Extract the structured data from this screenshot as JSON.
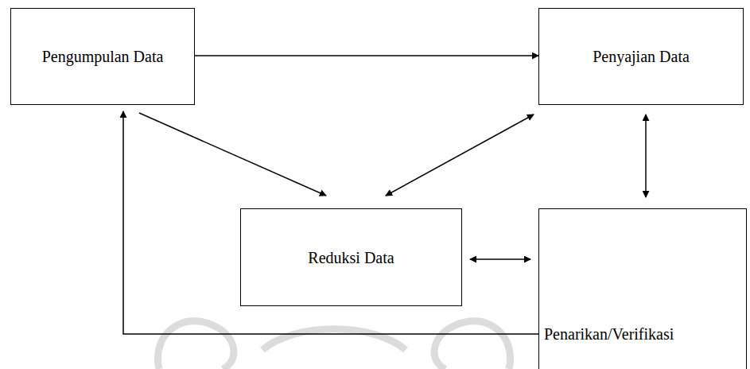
{
  "diagram": {
    "nodes": [
      {
        "text": [
          "Pengumpulan Data"
        ]
      },
      {
        "text": [
          "Penyajian Data"
        ]
      },
      {
        "text": [
          "Reduksi Data"
        ]
      },
      {
        "text": [
          "Penarikan/Verifikasi"
        ]
      }
    ],
    "edges": [
      {
        "from": 0,
        "to": 1,
        "arrow": "to"
      },
      {
        "from": 0,
        "to": 2,
        "arrow": "to"
      },
      {
        "from": 2,
        "to": 1,
        "arrow": "both"
      },
      {
        "from": 1,
        "to": 3,
        "arrow": "both"
      },
      {
        "from": 2,
        "to": 3,
        "arrow": "both"
      },
      {
        "from": 3,
        "to": 0,
        "arrow": "to"
      }
    ]
  }
}
